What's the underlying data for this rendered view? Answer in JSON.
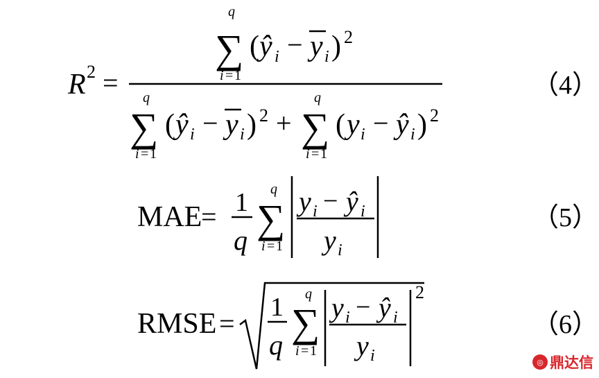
{
  "brand": {
    "accent_color": "#d7262c",
    "text": "鼎达信"
  },
  "equations": [
    {
      "id": "r-squared",
      "lhs_symbol": "R",
      "lhs_exponent": "2",
      "number": "（4）"
    },
    {
      "id": "mae",
      "lhs": "MAE",
      "number": "（5）"
    },
    {
      "id": "rmse",
      "lhs": "RMSE",
      "number": "（6）"
    }
  ],
  "symbols": {
    "sum_upper": "q",
    "sum_lower_index": "i",
    "sum_lower_equals": "=",
    "sum_lower_start": "1",
    "fraction_numerator_one": "1",
    "fraction_denominator_q": "q",
    "variable": "y",
    "hat_variable": "ŷ",
    "bar_variable": "y",
    "subscript": "i",
    "exponent_two": "2",
    "minus": "−",
    "plus": "+",
    "equals": "="
  }
}
